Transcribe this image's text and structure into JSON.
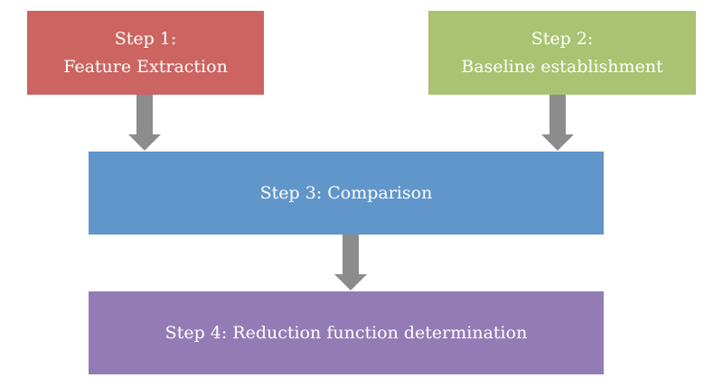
{
  "steps": [
    {
      "line1": "Step 1:",
      "line2": "Feature Extraction",
      "color": "#cc6461"
    },
    {
      "line1": "Step 2:",
      "line2": "Baseline establishment",
      "color": "#a9c372"
    },
    {
      "text": "Step 3: Comparison",
      "color": "#6096c9"
    },
    {
      "text": "Step 4: Reduction function determination",
      "color": "#937cb5"
    }
  ],
  "arrow_color": "#8c8c8c",
  "connections": [
    {
      "from": "Step 1",
      "to": "Step 3"
    },
    {
      "from": "Step 2",
      "to": "Step 3"
    },
    {
      "from": "Step 3",
      "to": "Step 4"
    }
  ]
}
